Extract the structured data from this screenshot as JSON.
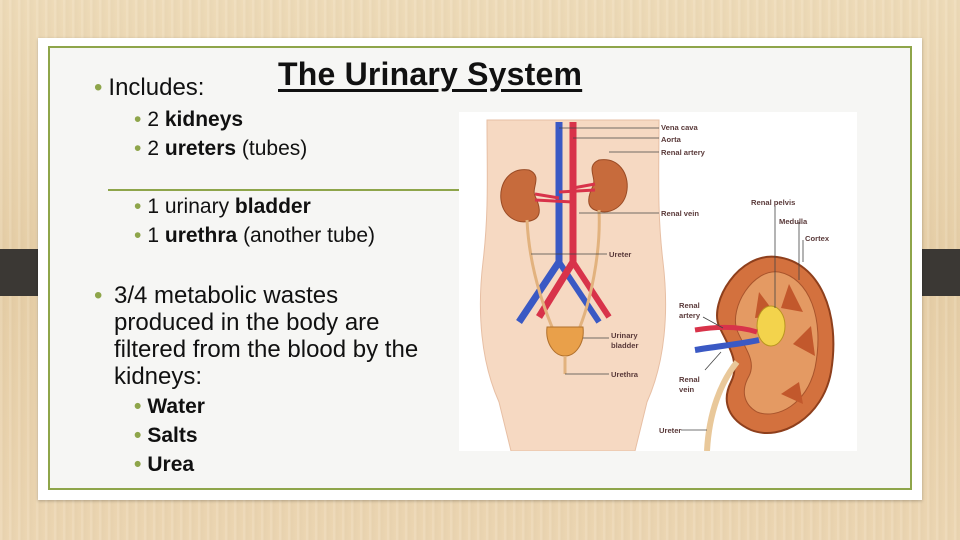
{
  "slide": {
    "title": "The Urinary System",
    "includes_label": "Includes:",
    "items": [
      {
        "prefix": "2 ",
        "bold": "kidneys",
        "suffix": ""
      },
      {
        "prefix": "2 ",
        "bold": "ureters",
        "suffix": " (tubes)"
      },
      {
        "prefix": "1 urinary ",
        "bold": "bladder",
        "suffix": ""
      },
      {
        "prefix": "1 ",
        "bold": "urethra",
        "suffix": " (another tube)"
      }
    ],
    "wastes_text": "3/4 metabolic wastes produced in the body are filtered from the blood by the kidneys:",
    "wastes": [
      "Water",
      "Salts",
      "Urea"
    ]
  },
  "diagram_labels": {
    "vena_cava": "Vena cava",
    "aorta": "Aorta",
    "renal_artery_top": "Renal artery",
    "renal_vein_top": "Renal vein",
    "ureter_left": "Ureter",
    "urinary": "Urinary",
    "bladder": "bladder",
    "urethra": "Urethra",
    "renal_pelvis": "Renal pelvis",
    "medulla": "Medulla",
    "cortex": "Cortex",
    "renal": "Renal",
    "artery": "artery",
    "renal2": "Renal",
    "vein": "vein",
    "ureter_bottom": "Ureter"
  },
  "colors": {
    "accent": "#8ea54a",
    "artery": "#d8334a",
    "vein": "#3a59c4",
    "kidney": "#c76b3c"
  }
}
